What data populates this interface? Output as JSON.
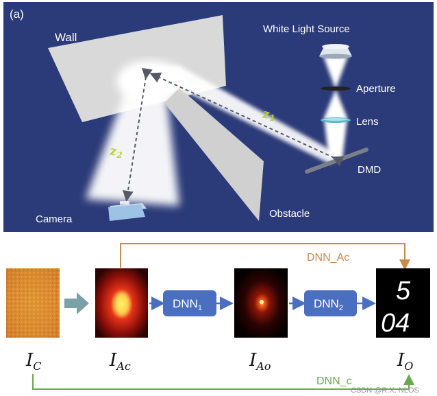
{
  "top_panel": {
    "panel_label": "(a)",
    "wall": "Wall",
    "light_source": "White Light Source",
    "aperture": "Aperture",
    "lens": "Lens",
    "dmd": "DMD",
    "obstacle": "Obstacle",
    "camera": "Camera",
    "z1": "z",
    "z1_sub": "1",
    "z2": "z",
    "z2_sub": "2"
  },
  "bottom_panel": {
    "dnn_ac": "DNN_Ac",
    "dnn_c": "DNN_c",
    "dnn1": "DNN",
    "dnn1_sub": "1",
    "dnn2": "DNN",
    "dnn2_sub": "2",
    "label_ic": "I",
    "label_ic_sub": "C",
    "label_iac": "I",
    "label_iac_sub": "Ac",
    "label_iao": "I",
    "label_iao_sub": "Ao",
    "label_io": "I",
    "label_io_sub": "O",
    "digits": "5\n04"
  },
  "watermark": "CSDN @R.X. NLOS",
  "colors": {
    "panel_bg": "#2b3a78",
    "dnn_box": "#4a6fc0",
    "orange_line": "#c98a4a",
    "green_line": "#6aa84f",
    "z_label": "#b7cf3c"
  }
}
